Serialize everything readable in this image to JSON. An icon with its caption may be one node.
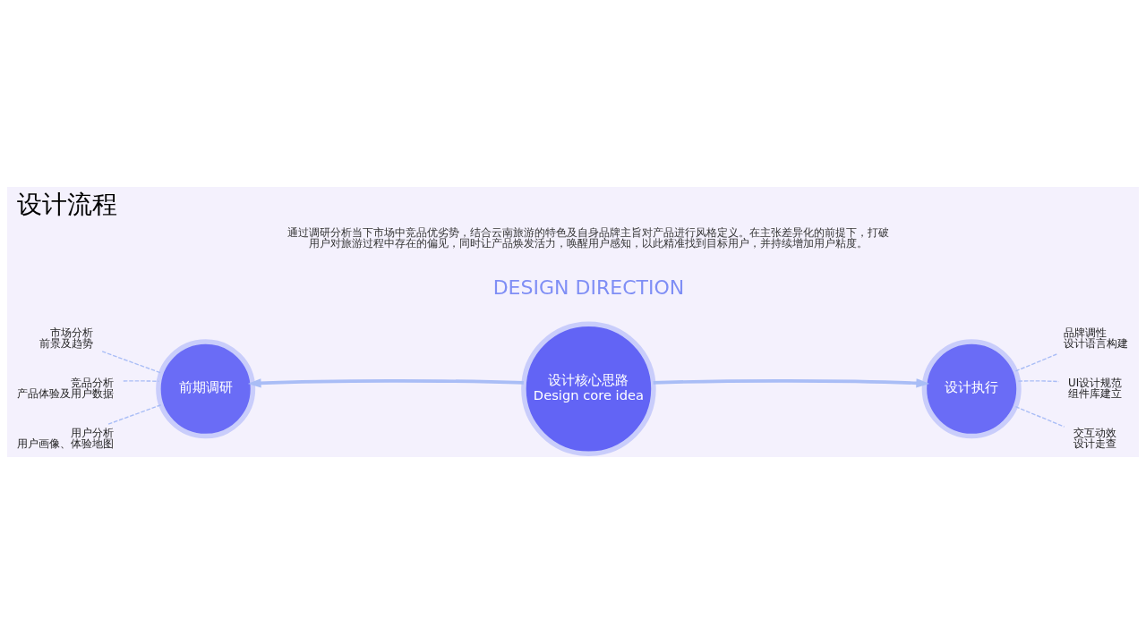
{
  "diagram": {
    "title": "设计流程",
    "nodes": [
      {
        "text": [
          "市场分析",
          "前景及趋势"
        ]
      },
      {
        "text": [
          "竞品分析",
          "产品体验及用户数据"
        ]
      },
      {
        "text": [
          "用户分析",
          "用户画像、体验地图"
        ]
      },
      {
        "text": [
          "前期调研"
        ]
      },
      {
        "text": [
          "设计核心思路",
          "Design core idea"
        ]
      },
      {
        "text": [
          "设计执行"
        ]
      },
      {
        "text": [
          "品牌调性",
          "设计语言构建"
        ]
      },
      {
        "text": [
          "UI设计规范",
          "组件库建立"
        ]
      },
      {
        "text": [
          "交互动效",
          "设计走查"
        ]
      }
    ],
    "edges": [
      {
        "from": 0,
        "to": 3,
        "arrow": "none",
        "style": "dashed"
      },
      {
        "from": 1,
        "to": 3,
        "arrow": "none",
        "style": "dashed"
      },
      {
        "from": 2,
        "to": 3,
        "arrow": "none",
        "style": "dashed"
      },
      {
        "from": 4,
        "to": 3,
        "arrow": "to",
        "style": "thick"
      },
      {
        "from": 4,
        "to": 5,
        "arrow": "to",
        "style": "thick"
      },
      {
        "from": 5,
        "to": 6,
        "arrow": "none",
        "style": "dashed"
      },
      {
        "from": 5,
        "to": 7,
        "arrow": "none",
        "style": "dashed"
      },
      {
        "from": 5,
        "to": 8,
        "arrow": "none",
        "style": "dashed"
      }
    ],
    "labels": [
      "DESIGN DIRECTION",
      "通过调研分析当下市场中竞品优劣势，结合云南旅游的特色及自身品牌主旨对产品进行风格定义。在主张差异化的前提下，打破用户对旅游过程中存在的偏见，同时让产品焕发活力，唤醒用户感知，以此精准找到目标用户，并持续增加用户粘度。"
    ]
  }
}
